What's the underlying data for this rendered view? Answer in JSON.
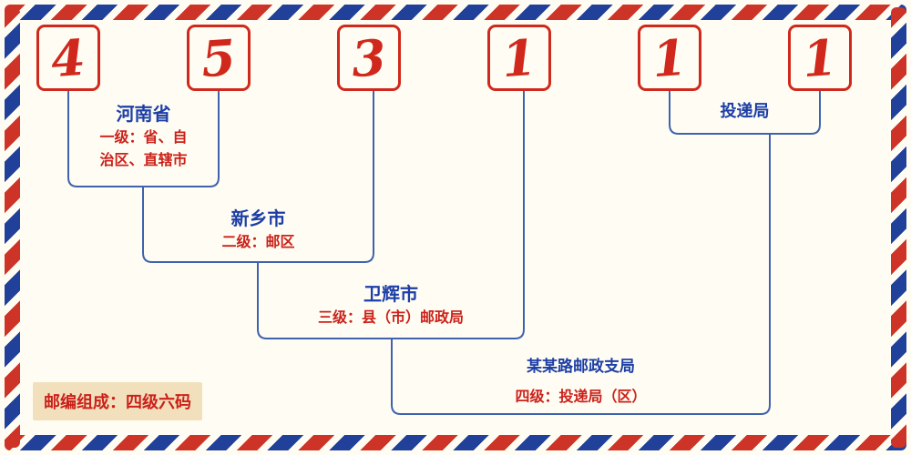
{
  "postal_code": {
    "digits": [
      "4",
      "5",
      "3",
      "1",
      "1",
      "1"
    ]
  },
  "labels": {
    "level1": {
      "place": "河南省",
      "desc_line1": "一级：省、自",
      "desc_line2": "治区、直辖市"
    },
    "level2": {
      "place": "新乡市",
      "desc": "二级：邮区"
    },
    "level3": {
      "place": "卫辉市",
      "desc": "三级：县（市）邮政局"
    },
    "level4": {
      "place": "某某路邮政支局",
      "desc": "四级：投递局（区）"
    },
    "delivery": {
      "place": "投递局"
    }
  },
  "footer": {
    "composition": "邮编组成：四级六码"
  },
  "colors": {
    "digit_red": "#d0281c",
    "text_red": "#cb211a",
    "text_blue": "#1d3ea6",
    "line_blue": "#3f62ae",
    "stripe_red": "#cd3427",
    "stripe_blue": "#20409a",
    "background": "#fffdf3",
    "footer_background": "#f2e0bd"
  }
}
